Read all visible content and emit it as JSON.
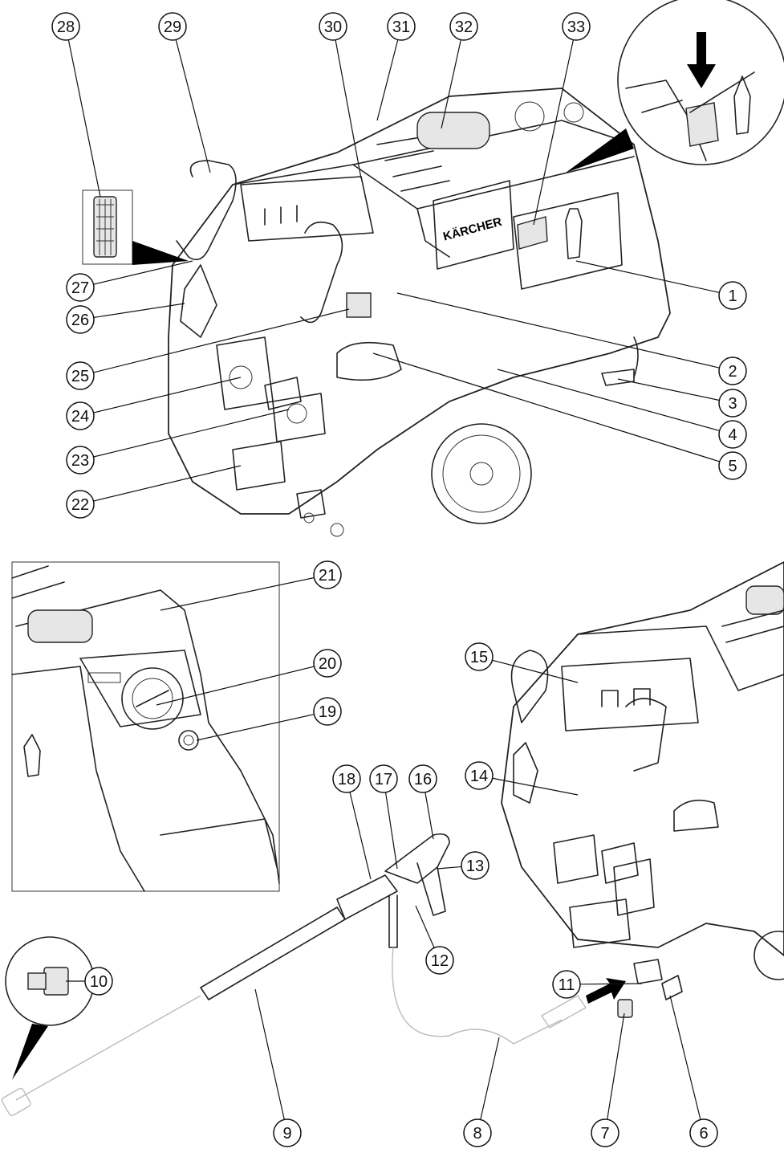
{
  "brand_logo": "KÄRCHER",
  "callouts": [
    "1",
    "2",
    "3",
    "4",
    "5",
    "6",
    "7",
    "8",
    "9",
    "10",
    "11",
    "12",
    "13",
    "14",
    "15",
    "16",
    "17",
    "18",
    "19",
    "20",
    "21",
    "22",
    "23",
    "24",
    "25",
    "26",
    "27",
    "28",
    "29",
    "30",
    "31",
    "32",
    "33"
  ],
  "colors": {
    "line": "#222222",
    "hose_faint": "#bbbbbb",
    "fill": "#ffffff",
    "arrow": "#000000"
  }
}
